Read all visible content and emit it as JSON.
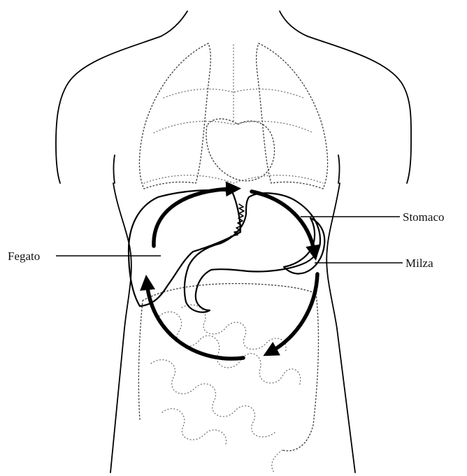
{
  "labels": {
    "fegato": "Fegato",
    "stomaco": "Stomaco",
    "milza": "Milza"
  },
  "colors": {
    "ink": "#000000",
    "background": "#ffffff"
  }
}
